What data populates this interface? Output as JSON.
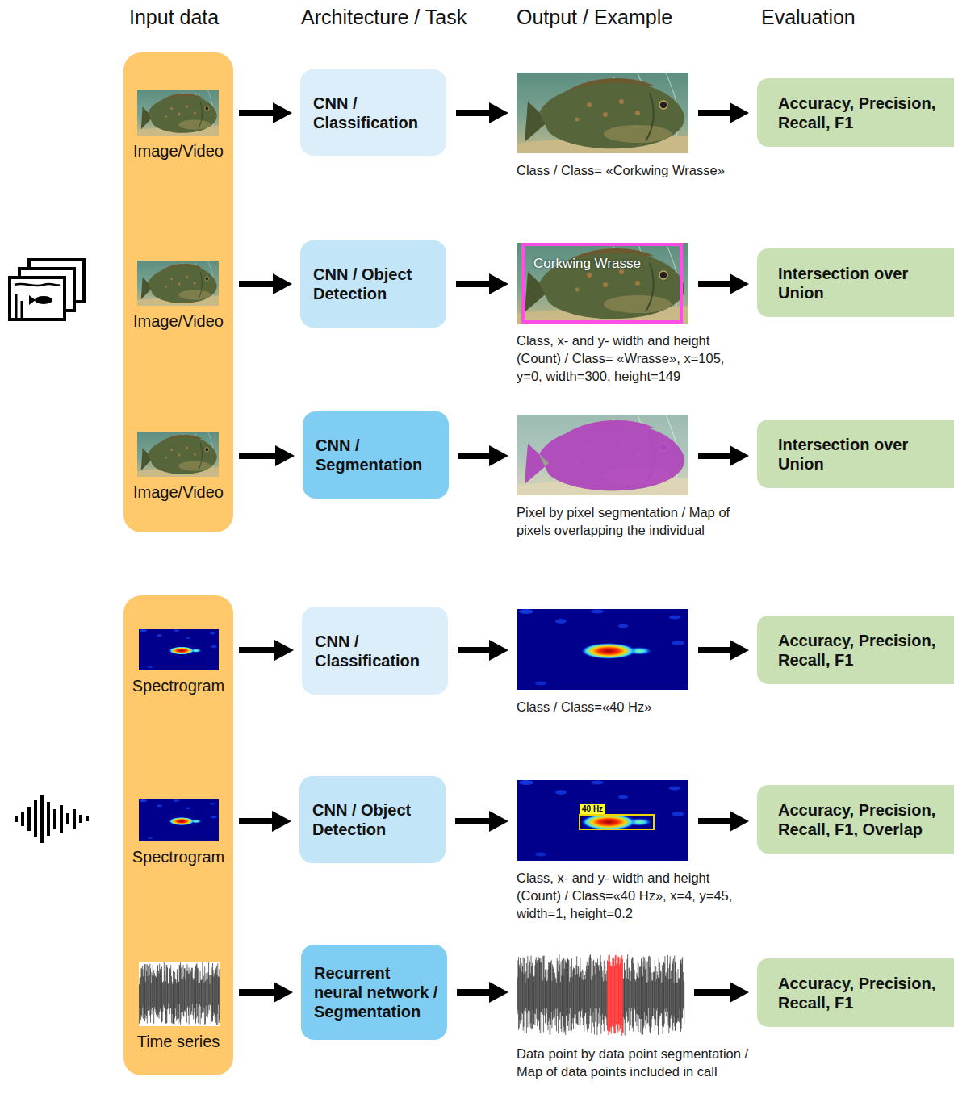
{
  "diagram": {
    "nodes": [
      {
        "text": [
          "Image/Video"
        ]
      },
      {
        "text": [
          "CNN / Classification"
        ]
      },
      {
        "text": [
          "Class / Class= «Corkwing Wrasse»"
        ]
      },
      {
        "text": [
          "Accuracy, Precision, Recall, F1"
        ]
      },
      {
        "text": [
          "Image/Video"
        ]
      },
      {
        "text": [
          "CNN / Object Detection"
        ]
      },
      {
        "text": [
          "Corkwing Wrasse",
          "Class, x- and y- width and height (Count) / Class= «Wrasse», x=105, y=0, width=300, height=149"
        ]
      },
      {
        "text": [
          "Intersection over Union"
        ]
      },
      {
        "text": [
          "Image/Video"
        ]
      },
      {
        "text": [
          "CNN / Segmentation"
        ]
      },
      {
        "text": [
          "Pixel by pixel segmentation / Map of pixels overlapping the individual"
        ]
      },
      {
        "text": [
          "Intersection over Union"
        ]
      },
      {
        "text": [
          "Spectrogram"
        ]
      },
      {
        "text": [
          "CNN / Classification"
        ]
      },
      {
        "text": [
          "Class / Class=«40 Hz»"
        ]
      },
      {
        "text": [
          "Accuracy, Precision, Recall, F1"
        ]
      },
      {
        "text": [
          "Spectrogram"
        ]
      },
      {
        "text": [
          "CNN / Object Detection"
        ]
      },
      {
        "text": [
          "40 Hz",
          "Class, x- and y- width and height (Count) / Class=«40 Hz», x=4, y=45, width=1, height=0.2"
        ]
      },
      {
        "text": [
          "Accuracy, Precision, Recall, F1, Overlap"
        ]
      },
      {
        "text": [
          "Time series"
        ]
      },
      {
        "text": [
          "Recurrent neural network / Segmentation"
        ]
      },
      {
        "text": [
          "Data point by data point segmentation / Map of data points included in call"
        ]
      },
      {
        "text": [
          "Accuracy, Precision, Recall, F1"
        ]
      }
    ],
    "edges": [
      {
        "from": 0,
        "to": 1,
        "arrow": "to"
      },
      {
        "from": 1,
        "to": 2,
        "arrow": "to"
      },
      {
        "from": 2,
        "to": 3,
        "arrow": "to"
      },
      {
        "from": 4,
        "to": 5,
        "arrow": "to"
      },
      {
        "from": 5,
        "to": 6,
        "arrow": "to"
      },
      {
        "from": 6,
        "to": 7,
        "arrow": "to"
      },
      {
        "from": 8,
        "to": 9,
        "arrow": "to"
      },
      {
        "from": 9,
        "to": 10,
        "arrow": "to"
      },
      {
        "from": 10,
        "to": 11,
        "arrow": "to"
      },
      {
        "from": 12,
        "to": 13,
        "arrow": "to"
      },
      {
        "from": 13,
        "to": 14,
        "arrow": "to"
      },
      {
        "from": 14,
        "to": 15,
        "arrow": "to"
      },
      {
        "from": 16,
        "to": 17,
        "arrow": "to"
      },
      {
        "from": 17,
        "to": 18,
        "arrow": "to"
      },
      {
        "from": 18,
        "to": 19,
        "arrow": "to"
      },
      {
        "from": 20,
        "to": 21,
        "arrow": "to"
      },
      {
        "from": 21,
        "to": 22,
        "arrow": "to"
      },
      {
        "from": 22,
        "to": 23,
        "arrow": "to"
      }
    ],
    "labels": [
      "Input data",
      "Architecture / Task",
      "Output / Example",
      "Evaluation"
    ]
  }
}
